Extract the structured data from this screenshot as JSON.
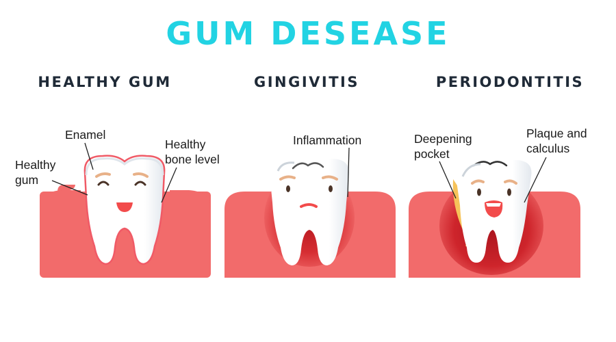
{
  "title": "GUM DESEASE",
  "panels": [
    {
      "heading": "HEALTHY GUM",
      "labels": {
        "enamel": "Enamel",
        "healthy_gum": "Healthy\ngum",
        "bone_level": "Healthy\nbone level"
      }
    },
    {
      "heading": "GINGIVITIS",
      "labels": {
        "inflammation": "Inflammation"
      }
    },
    {
      "heading": "PERIODONTITIS",
      "labels": {
        "pocket": "Deepening\npocket",
        "plaque": "Plaque and\ncalculus"
      }
    }
  ],
  "colors": {
    "title": "#22d3e3",
    "heading": "#1f2a37",
    "gum": "#f26b6b",
    "gum_dark": "#c0181f",
    "tooth": "#ffffff",
    "tooth_shade": "#dde3ea",
    "plaque": "#f6c35a",
    "mouth": "#f24b4b",
    "brow": "#e8b188",
    "eye": "#4a3327"
  }
}
